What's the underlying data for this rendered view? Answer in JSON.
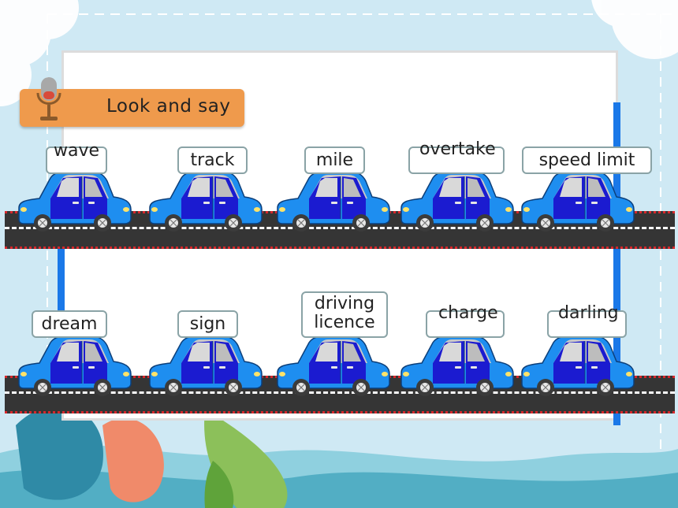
{
  "header": {
    "title": "Look and say",
    "mic_icon": "microphone-icon"
  },
  "rows": [
    {
      "words": [
        "wave",
        "track",
        "mile",
        "overtake",
        "speed limit"
      ]
    },
    {
      "words": [
        "dream",
        "sign",
        "driving licence",
        "charge",
        "darling"
      ]
    }
  ],
  "colors": {
    "car_body": "#1e8ef0",
    "car_cabin": "#1b1bd0",
    "road": "#353535",
    "road_edge": "#d7272b",
    "title_tab": "#ef9a4c",
    "pole": "#1a78e8"
  }
}
